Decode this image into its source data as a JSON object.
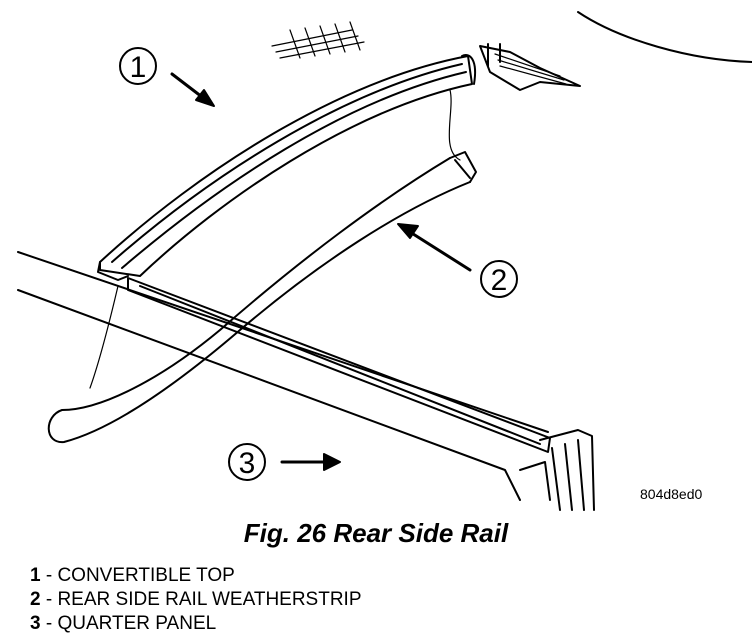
{
  "figure": {
    "ref_code": "804d8ed0",
    "title": "Fig. 26 Rear Side Rail"
  },
  "callouts": [
    {
      "number": "1"
    },
    {
      "number": "2"
    },
    {
      "number": "3"
    }
  ],
  "legend": [
    {
      "number": "1",
      "text": " - CONVERTIBLE TOP"
    },
    {
      "number": "2",
      "text": " - REAR SIDE RAIL WEATHERSTRIP"
    },
    {
      "number": "3",
      "text": " - QUARTER PANEL"
    }
  ]
}
